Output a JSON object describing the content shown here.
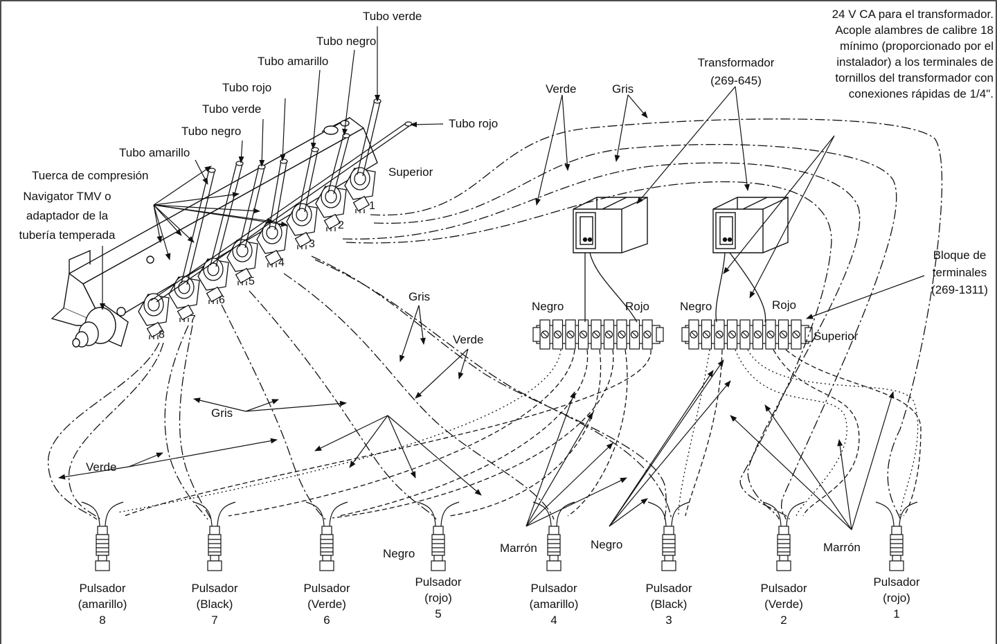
{
  "tubes": {
    "verde_top": "Tubo verde",
    "negro_top": "Tubo negro",
    "amarillo_top": "Tubo amarillo",
    "rojo_mid": "Tubo rojo",
    "verde_mid": "Tubo verde",
    "negro_mid": "Tubo negro",
    "amarillo_low": "Tubo amarillo",
    "rojo_right": "Tubo rojo"
  },
  "compression_nut": "Tuerca de compresión",
  "adapter": [
    "Navigator TMV o",
    "adaptador de la",
    "tubería temperada"
  ],
  "superior_manifold": "Superior",
  "superior_block": "Superior",
  "valve_numbers": [
    "1",
    "2",
    "3",
    "4",
    "5",
    "6",
    "7",
    "8"
  ],
  "wires_top": {
    "verde": "Verde",
    "gris": "Gris"
  },
  "wires_mid": {
    "gris": "Gris",
    "verde": "Verde"
  },
  "wires_left": {
    "gris": "Gris",
    "verde": "Verde"
  },
  "transformer": [
    "Transformador",
    "(269-645)"
  ],
  "power_note": [
    "24 V CA para el transformador.",
    "Acople alambres de calibre 18",
    "mínimo (proporcionado por el",
    "instalador) a los terminales de",
    "tornillos del transformador con",
    "conexiones rápidas de 1/4\"."
  ],
  "terminal_block": [
    "Bloque de",
    "terminales",
    "(269-1311)"
  ],
  "block_left": {
    "negro": "Negro",
    "rojo": "Rojo"
  },
  "block_right": {
    "negro": "Negro",
    "rojo": "Rojo"
  },
  "bottom_labels": {
    "negro_1": "Negro",
    "marron_1": "Marrón",
    "negro_2": "Negro",
    "marron_2": "Marrón"
  },
  "pushbuttons": [
    {
      "line1": "Pulsador",
      "line2": "(amarillo)",
      "num": "8"
    },
    {
      "line1": "Pulsador",
      "line2": "(Black)",
      "num": "7"
    },
    {
      "line1": "Pulsador",
      "line2": "(Verde)",
      "num": "6"
    },
    {
      "line1": "Pulsador",
      "line2": "(rojo)",
      "num": "5"
    },
    {
      "line1": "Pulsador",
      "line2": "(amarillo)",
      "num": "4"
    },
    {
      "line1": "Pulsador",
      "line2": "(Black)",
      "num": "3"
    },
    {
      "line1": "Pulsador",
      "line2": "(Verde)",
      "num": "2"
    },
    {
      "line1": "Pulsador",
      "line2": "(rojo)",
      "num": "1"
    }
  ]
}
